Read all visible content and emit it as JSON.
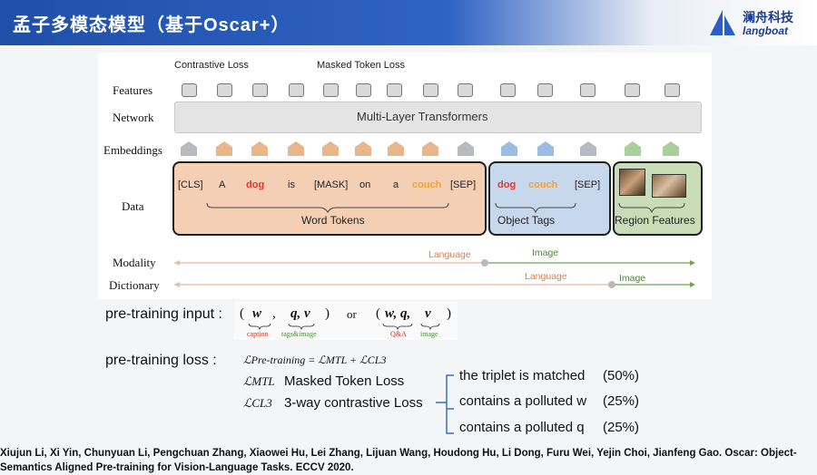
{
  "header": {
    "title": "孟子多模态模型（基于Oscar+）"
  },
  "logo": {
    "cn": "澜舟科技",
    "en": "langboat"
  },
  "figure": {
    "top_labels": {
      "contrastive": "Contrastive Loss",
      "masked": "Masked Token Loss"
    },
    "row_labels": {
      "features": "Features",
      "network": "Network",
      "embeddings": "Embeddings",
      "data": "Data",
      "modality": "Modality",
      "dictionary": "Dictionary"
    },
    "network_label": "Multi-Layer Transformers",
    "word_tokens": [
      "[CLS]",
      "A",
      "dog",
      "is",
      "[MASK]",
      "on",
      "a",
      "couch",
      "[SEP]"
    ],
    "object_tokens": [
      "dog",
      "couch",
      "[SEP]"
    ],
    "group_labels": {
      "word": "Word Tokens",
      "object": "Object Tags",
      "region": "Region Features"
    },
    "modality": {
      "language": "Language",
      "image": "Image"
    },
    "dictionary": {
      "language": "Language",
      "image": "Image"
    },
    "colors": {
      "word_box": "#f4cfb4",
      "object_box": "#c7d7ec",
      "region_box": "#c7dcb7",
      "modality_arrow": "#e9b9a0",
      "image_arrow": "#6aa84f"
    }
  },
  "pretraining_input": {
    "label": "pre-training input :",
    "or": "or",
    "tuple1": {
      "left": "w",
      "mid": "q, v",
      "sub_left": "caption",
      "sub_mid": "tags&image"
    },
    "tuple2": {
      "left": "w, q,",
      "right": "v",
      "sub_left": "Q&A",
      "sub_right": "image"
    }
  },
  "pretraining_loss": {
    "label": "pre-training loss :",
    "equation": "ℒPre-training = ℒMTL + ℒCL3",
    "mtl_symbol": "ℒMTL",
    "mtl_desc": "Masked Token Loss",
    "cl3_symbol": "ℒCL3",
    "cl3_desc": "3-way contrastive Loss",
    "cases": [
      {
        "text": "the triplet is matched",
        "pct": "(50%)"
      },
      {
        "text": "contains a polluted w",
        "pct": "(25%)"
      },
      {
        "text": "contains a polluted q",
        "pct": "(25%)"
      }
    ]
  },
  "citation": {
    "line1": "Xiujun Li, Xi Yin, Chunyuan Li, Pengchuan Zhang, Xiaowei Hu, Lei Zhang, Lijuan Wang, Houdong Hu, Li Dong, Furu Wei, Yejin Choi, Jianfeng Gao. Oscar: Object-",
    "line2": "Semantics Aligned Pre-training for Vision-Language Tasks. ECCV 2020."
  }
}
